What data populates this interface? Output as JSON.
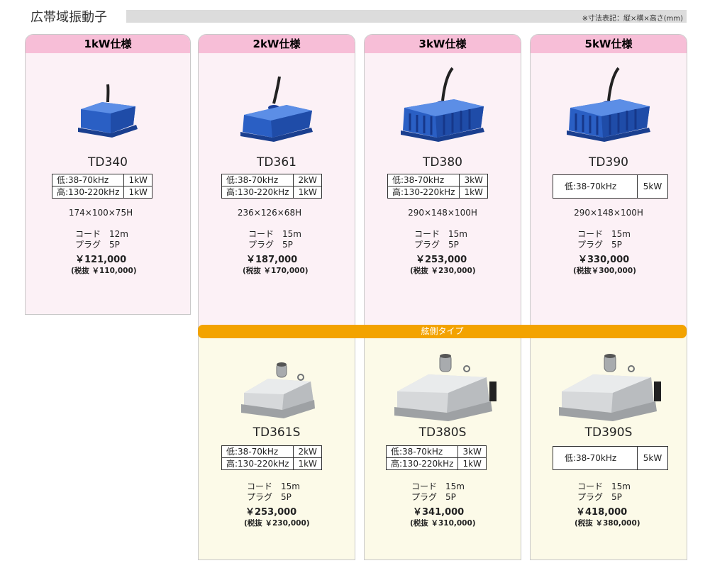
{
  "header": {
    "title": "広帯域振動子",
    "note": "※寸法表記：縦×横×高さ(mm)"
  },
  "specs": {
    "tabs": [
      "1kW仕様",
      "2kW仕様",
      "3kW仕様",
      "5kW仕様"
    ]
  },
  "side_mount_label": "舷側タイプ",
  "products": {
    "td340": {
      "model": "TD340",
      "low": "低:38-70kHz",
      "low_kw": "1kW",
      "high": "高:130-220kHz",
      "high_kw": "1kW",
      "dims": "174×100×75H",
      "cord": "コード　12m",
      "plug": "プラグ　5P",
      "price": "￥121,000",
      "tax_ex": "(税抜 ￥110,000)"
    },
    "td361": {
      "model": "TD361",
      "low": "低:38-70kHz",
      "low_kw": "2kW",
      "high": "高:130-220kHz",
      "high_kw": "1kW",
      "dims": "236×126×68H",
      "cord": "コード　15m",
      "plug": "プラグ　5P",
      "price": "￥187,000",
      "tax_ex": "(税抜 ￥170,000)"
    },
    "td380": {
      "model": "TD380",
      "low": "低:38-70kHz",
      "low_kw": "3kW",
      "high": "高:130-220kHz",
      "high_kw": "1kW",
      "dims": "290×148×100H",
      "cord": "コード　15m",
      "plug": "プラグ　5P",
      "price": "￥253,000",
      "tax_ex": "(税抜 ￥230,000)"
    },
    "td390": {
      "model": "TD390",
      "low": "低:38-70kHz",
      "low_kw": "5kW",
      "dims": "290×148×100H",
      "cord": "コード　15m",
      "plug": "プラグ　5P",
      "price": "￥330,000",
      "tax_ex": "(税抜￥300,000)"
    },
    "td361s": {
      "model": "TD361S",
      "low": "低:38-70kHz",
      "low_kw": "2kW",
      "high": "高:130-220kHz",
      "high_kw": "1kW",
      "cord": "コード　15m",
      "plug": "プラグ　5P",
      "price": "￥253,000",
      "tax_ex": "(税抜 ￥230,000)"
    },
    "td380s": {
      "model": "TD380S",
      "low": "低:38-70kHz",
      "low_kw": "3kW",
      "high": "高:130-220kHz",
      "high_kw": "1kW",
      "cord": "コード　15m",
      "plug": "プラグ　5P",
      "price": "￥341,000",
      "tax_ex": "(税抜 ￥310,000)"
    },
    "td390s": {
      "model": "TD390S",
      "low": "低:38-70kHz",
      "low_kw": "5kW",
      "cord": "コード　15m",
      "plug": "プラグ　5P",
      "price": "￥418,000",
      "tax_ex": "(税抜 ￥380,000)"
    }
  },
  "colors": {
    "tab_pink": "#f7bed7",
    "panel_pink": "#fcf1f6",
    "panel_yellow": "#fcfae8",
    "side_bar_orange": "#f3a300",
    "transducer_blue": "#2a5fc4",
    "transducer_silver": "#c4c6c8"
  },
  "icons": {
    "blue_transducer": "blue-transducer-icon",
    "silver_transducer": "silver-transducer-icon"
  }
}
